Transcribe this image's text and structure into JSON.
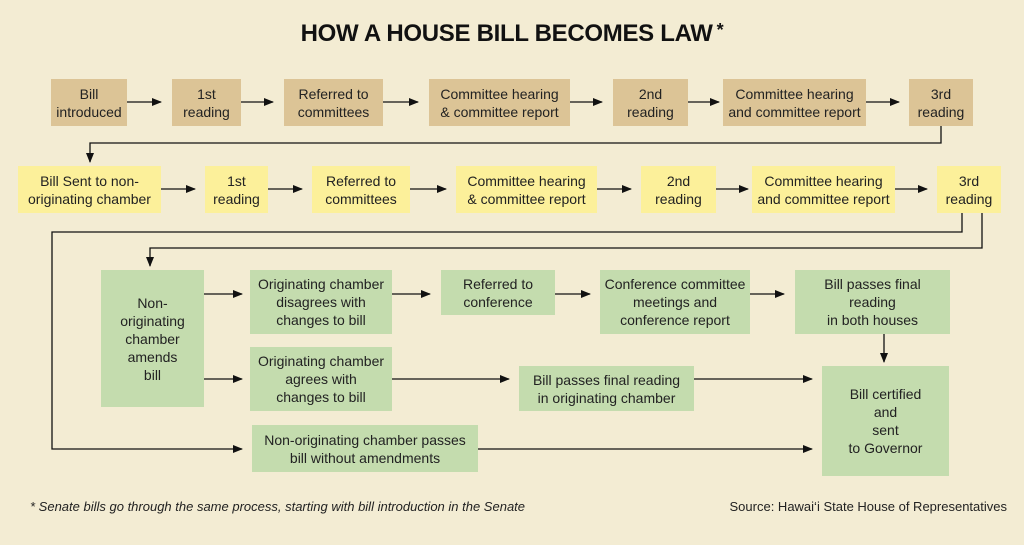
{
  "title": "HOW A HOUSE BILL BECOMES LAW",
  "title_mark": "*",
  "row1": [
    "Bill\nintroduced",
    "1st\nreading",
    "Referred to\ncommittees",
    "Committee hearing\n& committee report",
    "2nd\nreading",
    "Committee hearing\nand committee report",
    "3rd\nreading"
  ],
  "row2": [
    "Bill Sent to non-\noriginating chamber",
    "1st\nreading",
    "Referred to\ncommittees",
    "Committee hearing\n& committee report",
    "2nd\nreading",
    "Committee hearing\nand committee report",
    "3rd\nreading"
  ],
  "amends": "Non-\noriginating\nchamber\namends\nbill",
  "disagrees": "Originating chamber\ndisagrees with\nchanges to bill",
  "conference": "Referred to\nconference",
  "conference_meetings": "Conference committee\nmeetings and\nconference report",
  "final_both": "Bill passes final reading\nin both houses",
  "agrees": "Originating chamber\nagrees with\nchanges to bill",
  "final_originating": "Bill passes final reading\nin originating chamber",
  "no_amend": "Non-originating chamber passes\nbill without amendments",
  "certified": "Bill certified\nand\nsent\nto Governor",
  "footnote": "* Senate bills go through the same process, starting with bill introduction in the Senate",
  "source": "Source: Hawai‘i State House of Representatives",
  "colors": {
    "row1": "#dcc496",
    "row2": "#fcf09a",
    "row3": "#c4dcae",
    "background": "#f3ecd3"
  }
}
